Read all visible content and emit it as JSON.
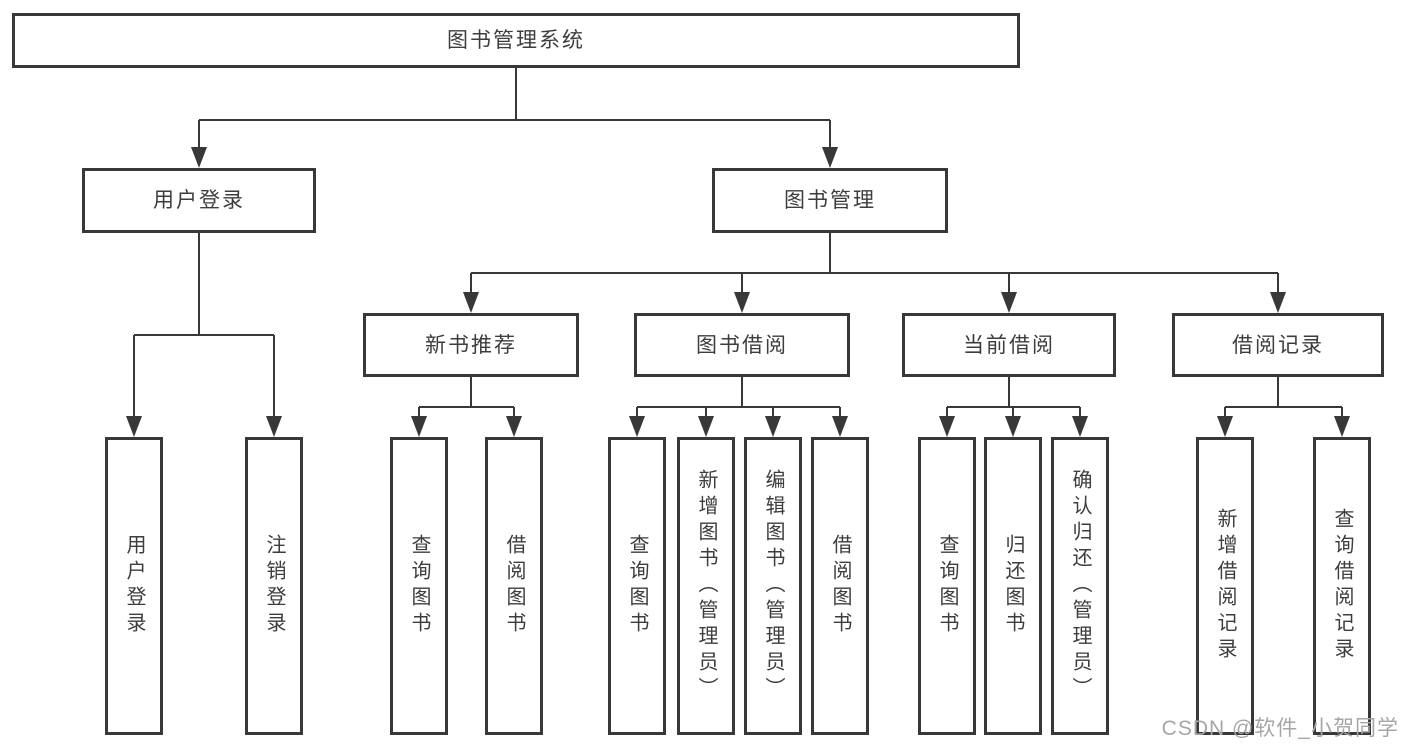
{
  "diagram": {
    "type": "tree",
    "colors": {
      "line": "#383838",
      "border": "#383838",
      "text": "#3d3d3d",
      "background": "#ffffff",
      "watermark": "#a6a6a6"
    },
    "root": {
      "label": "图书管理系统",
      "children": [
        {
          "label": "用户登录",
          "children": [
            {
              "label": "用户登录"
            },
            {
              "label": "注销登录"
            }
          ]
        },
        {
          "label": "图书管理",
          "children": [
            {
              "label": "新书推荐",
              "children": [
                {
                  "label": "查询图书"
                },
                {
                  "label": "借阅图书"
                }
              ]
            },
            {
              "label": "图书借阅",
              "children": [
                {
                  "label": "查询图书"
                },
                {
                  "label": "新增图书（管理员）"
                },
                {
                  "label": "编辑图书（管理员）"
                },
                {
                  "label": "借阅图书"
                }
              ]
            },
            {
              "label": "当前借阅",
              "children": [
                {
                  "label": "查询图书"
                },
                {
                  "label": "归还图书"
                },
                {
                  "label": "确认归还（管理员）"
                }
              ]
            },
            {
              "label": "借阅记录",
              "children": [
                {
                  "label": "新增借阅记录"
                },
                {
                  "label": "查询借阅记录"
                }
              ]
            }
          ]
        }
      ]
    },
    "watermark": "CSDN @软件_小贺同学"
  }
}
